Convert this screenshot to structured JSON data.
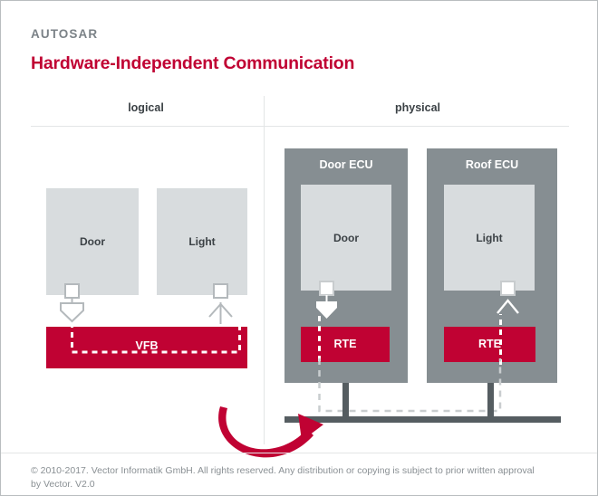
{
  "header": {
    "eyebrow": "AUTOSAR",
    "title": "Hardware-Independent Communication"
  },
  "columns": {
    "logical_label": "logical",
    "physical_label": "physical"
  },
  "logical": {
    "components": [
      {
        "label": "Door",
        "port_kind": "provide-port"
      },
      {
        "label": "Light",
        "port_kind": "require-port"
      }
    ],
    "bus": {
      "label": "VFB"
    }
  },
  "physical": {
    "ecus": [
      {
        "title": "Door ECU",
        "component": {
          "label": "Door",
          "port_kind": "provide-port"
        },
        "rte": {
          "label": "RTE"
        }
      },
      {
        "title": "Roof ECU",
        "component": {
          "label": "Light",
          "port_kind": "require-port"
        },
        "rte": {
          "label": "RTE"
        }
      }
    ]
  },
  "annotation": {
    "arrow_name": "mapping-arrow"
  },
  "footer": {
    "text": "© 2010-2017. Vector Informatik GmbH. All rights reserved. Any distribution or copying is subject to prior written approval by Vector. V2.0"
  },
  "colors": {
    "brand_red": "#c00233",
    "ecu_gray": "#868e92",
    "component_gray": "#d8dcde",
    "bus_gray": "#555d61",
    "text_gray": "#7b8287",
    "divider": "#e3e5e6"
  }
}
